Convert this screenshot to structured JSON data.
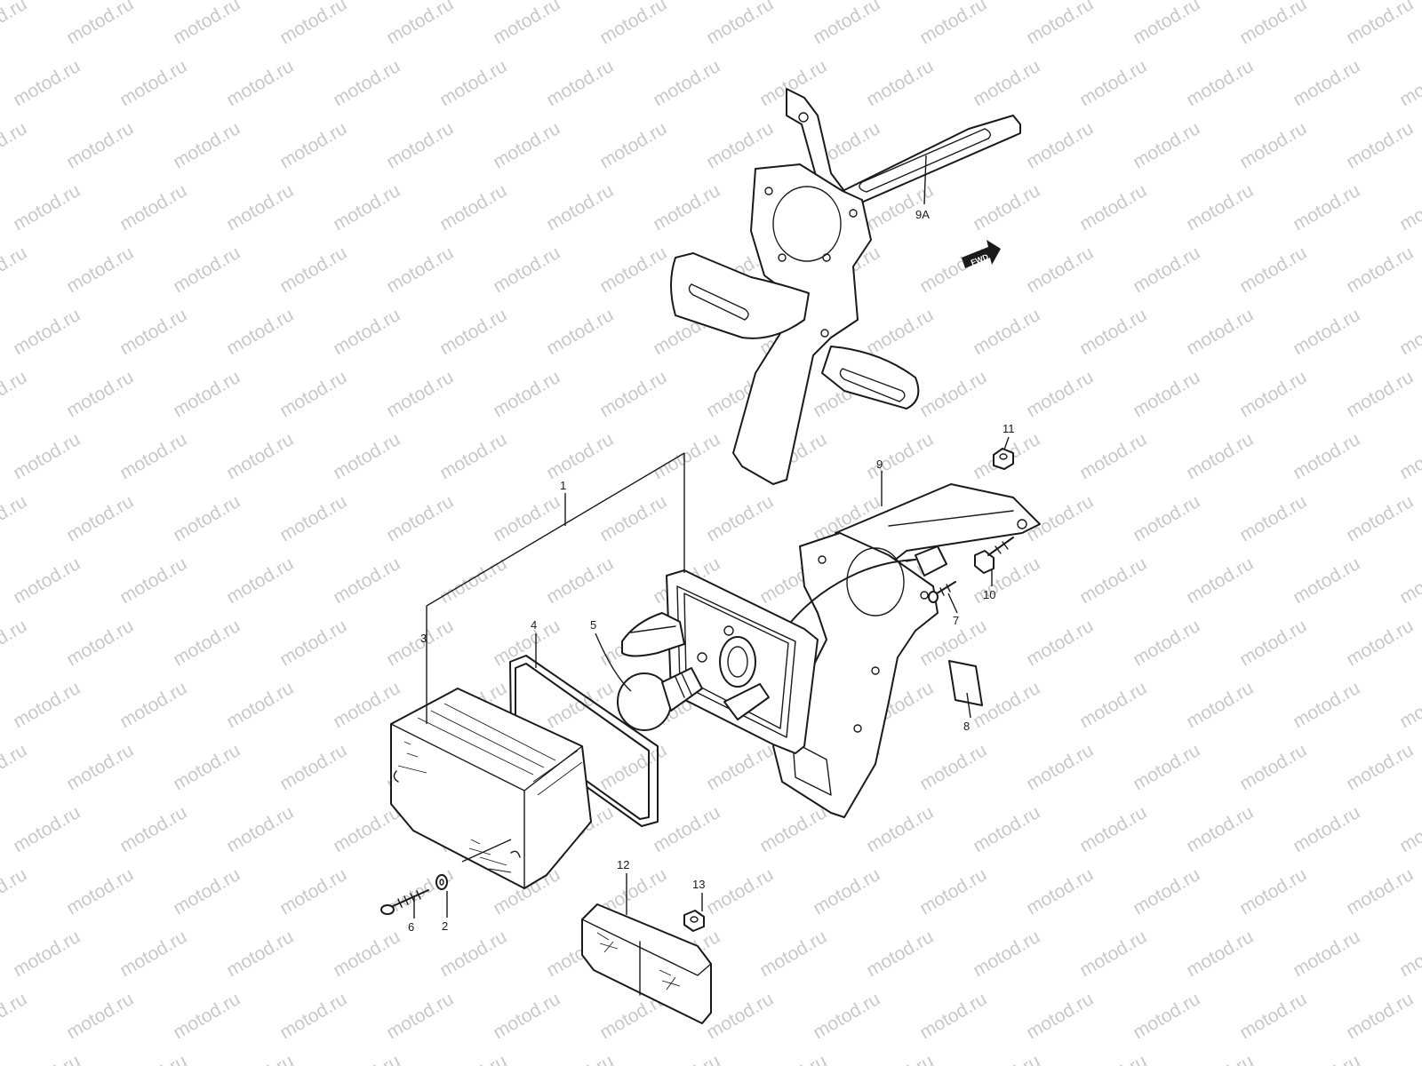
{
  "watermark_text": "motod.ru",
  "direction_label": "FWD",
  "part_labels": [
    "1",
    "2",
    "3",
    "4",
    "5",
    "6",
    "7",
    "8",
    "9",
    "9A",
    "10",
    "11",
    "12",
    "13"
  ],
  "colors": {
    "line": "#1a1a1a",
    "watermark": "#c9c9c9",
    "background": "#ffffff"
  }
}
